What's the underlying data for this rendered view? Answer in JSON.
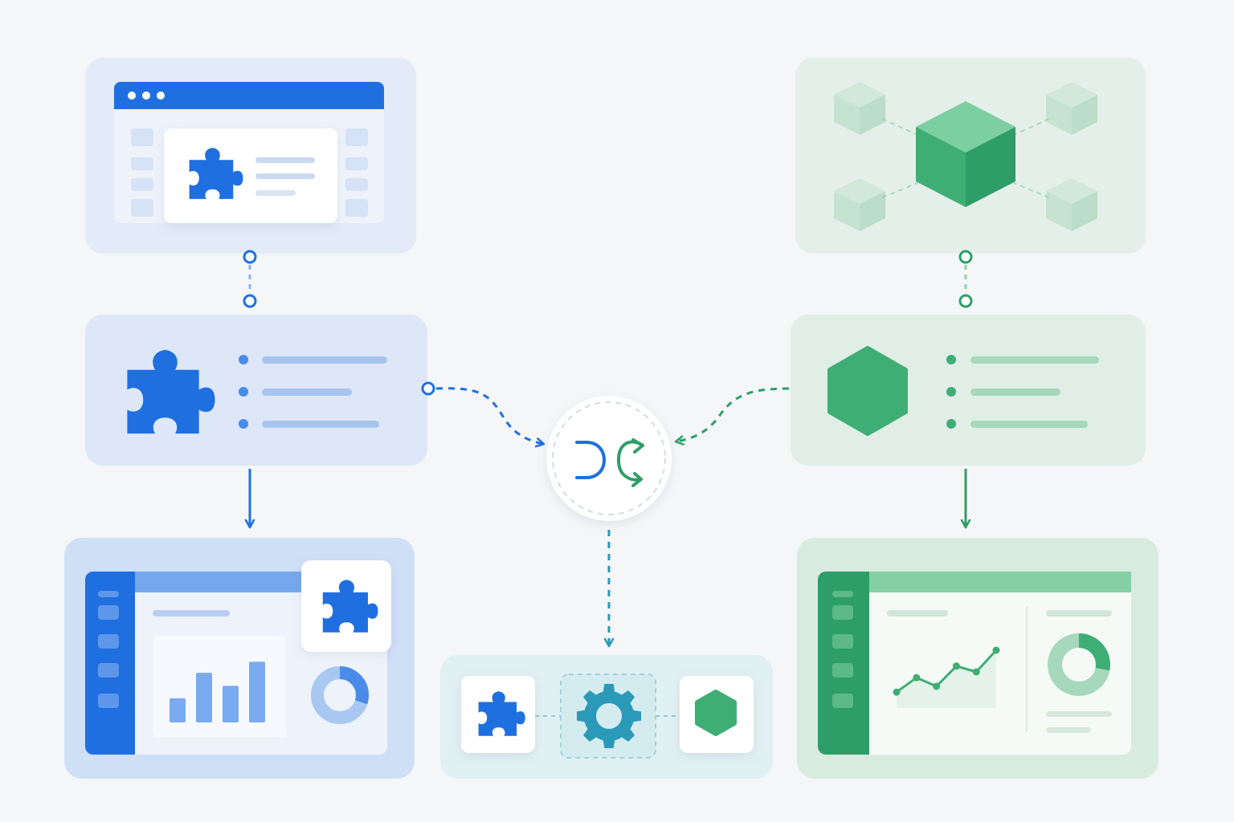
{
  "colors": {
    "background": "#f4f6f8",
    "blue_primary": "#1f6fe0",
    "blue_light": "#8fb6f0",
    "blue_panel": "#e1eaf7",
    "green_primary": "#2e9e68",
    "green_light": "#8fd0ad",
    "green_panel": "#e3efe8",
    "teal_primary": "#2a9ab8",
    "teal_panel": "#e0f0f2",
    "card_white": "#ffffff"
  },
  "icons": {
    "browser_card": "puzzle-icon",
    "blue_list_card": "puzzle-icon",
    "blue_dashboard": "puzzle-icon",
    "green_network": "cube-icon",
    "green_list_card": "hexagon-icon",
    "hub": "merge-icon",
    "combined_left": "puzzle-icon",
    "combined_center": "gear-icon",
    "combined_right": "hexagon-icon"
  },
  "blue_dashboard": {
    "bar_levels": [
      0.35,
      0.72,
      0.53,
      0.88
    ],
    "donut_fraction": 0.3
  },
  "green_dashboard": {
    "line_points": [
      0.22,
      0.42,
      0.3,
      0.58,
      0.5,
      0.8
    ],
    "donut_fraction": 0.28
  }
}
